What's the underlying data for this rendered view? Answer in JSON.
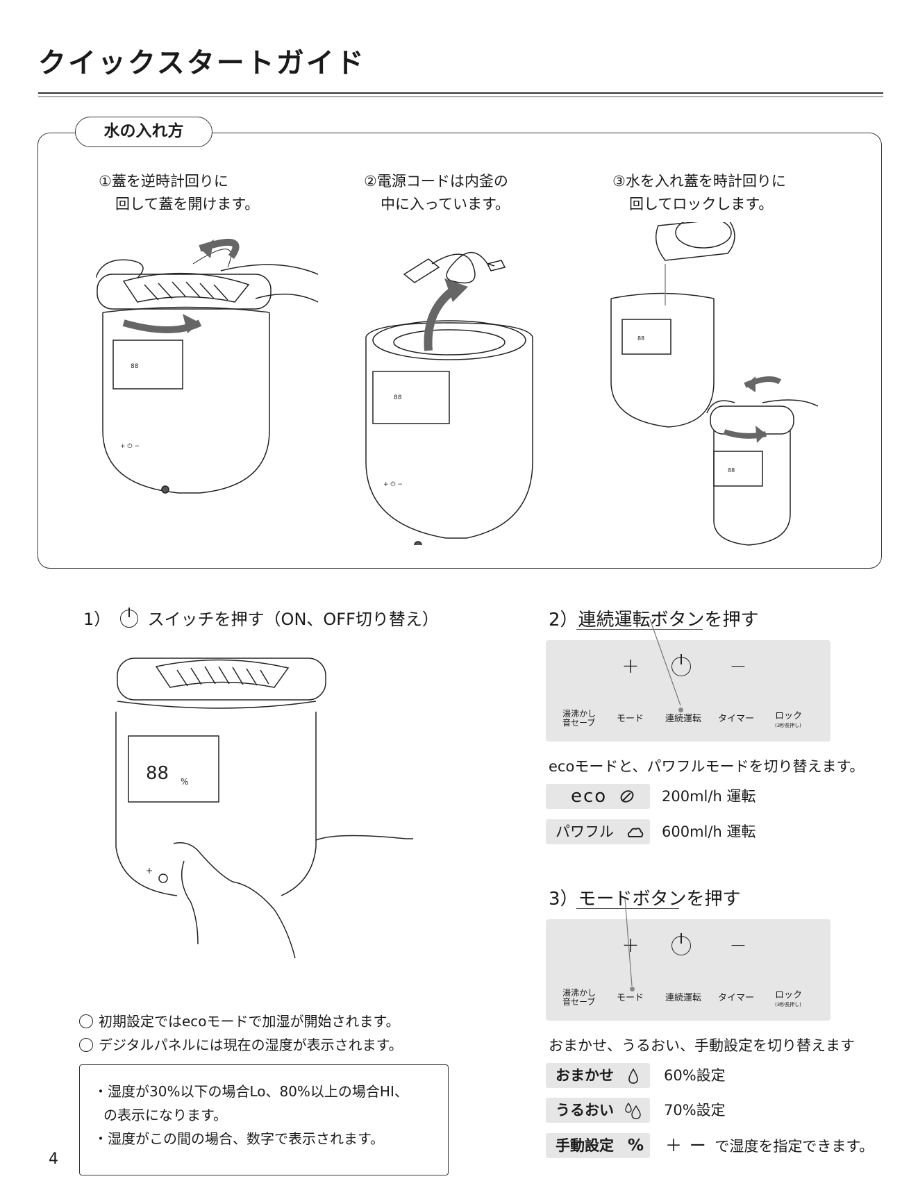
{
  "title": "クイックスタートガイド",
  "water": {
    "tab": "水の入れ方",
    "steps": [
      {
        "line1": "①蓋を逆時計回りに",
        "line2": "回して蓋を開けます。"
      },
      {
        "line1": "②電源コードは内釜の",
        "line2": "中に入っています。"
      },
      {
        "line1": "③水を入れ蓋を時計回りに",
        "line2": "回してロックします。"
      }
    ]
  },
  "section1": {
    "head_prefix": "1）",
    "head_text": "スイッチを押す（ON、OFF切り替え）",
    "bullets": [
      "初期設定ではecoモードで加湿が開始されます。",
      "デジタルパネルには現在の湿度が表示されます。"
    ],
    "notes": [
      "・湿度が30%以下の場合Lo、80%以上の場合HI、",
      "の表示になります。",
      "・湿度がこの間の場合、数字で表示されます。"
    ]
  },
  "panel": {
    "plus": "+",
    "minus": "−",
    "labels": {
      "kettle1": "湯沸かし",
      "kettle2": "音セーブ",
      "mode": "モード",
      "continuous": "連続運転",
      "timer": "タイマー",
      "lock": "ロック",
      "lock_sub": "(3秒長押し)"
    }
  },
  "section2": {
    "head_prefix": "2）",
    "head_text": "連続運転ボタンを押す",
    "desc": "ecoモードと、パワフルモードを切り替えます。",
    "modes": [
      {
        "label": "eco",
        "value": "200ml/h 運転",
        "icon": "leaf-icon"
      },
      {
        "label": "パワフル",
        "value": "600ml/h 運転",
        "icon": "cloud-icon"
      }
    ]
  },
  "section3": {
    "head_prefix": "3）",
    "head_text": "モードボタンを押す",
    "desc": "おまかせ、うるおい、手動設定を切り替えます",
    "modes": [
      {
        "label": "おまかせ",
        "value": "60%設定",
        "icon": "drop-icon"
      },
      {
        "label": "うるおい",
        "value": "70%設定",
        "icon": "double-drop-icon"
      },
      {
        "label": "手動設定",
        "symbol": "%",
        "value_suffix": "で湿度を指定できます。",
        "plus": "＋",
        "minus": "ー"
      }
    ]
  },
  "page_number": "4"
}
